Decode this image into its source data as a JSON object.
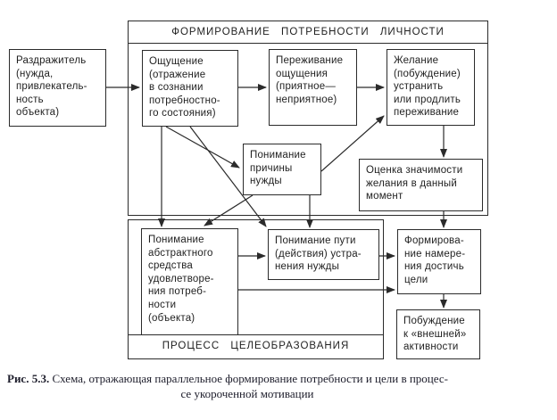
{
  "figure": {
    "containers": {
      "top": {
        "title": "ФОРМИРОВАНИЕ ПОТРЕБНОСТИ ЛИЧНОСТИ"
      },
      "bottom": {
        "title": "ПРОЦЕСС ЦЕЛЕОБРАЗОВАНИЯ"
      }
    },
    "nodes": [
      {
        "id": "stimulus",
        "label": "Раздражитель\n(нужда,\nпривлекатель-\nность\nобъекта)"
      },
      {
        "id": "sensation",
        "label": "Ощущение\n(отражение\nв сознании\nпотребностно-\nго состояния)"
      },
      {
        "id": "experience",
        "label": "Переживание\nощущения\n(приятное—\nнеприятное)"
      },
      {
        "id": "desire",
        "label": "Желание\n(побуждение)\nустранить\nили продлить\nпереживание"
      },
      {
        "id": "cause-understanding",
        "label": "Понимание\nпричины\nнужды"
      },
      {
        "id": "evaluation",
        "label": "Оценка значимости\nжелания в данный\nмомент"
      },
      {
        "id": "abstract-means",
        "label": "Понимание\nабстрактного\nсредства\nудовлетворе-\nния потреб-\nности\n(объекта)"
      },
      {
        "id": "way-understanding",
        "label": "Понимание пути\n(действия) устра-\nнения нужды"
      },
      {
        "id": "intention",
        "label": "Формирова-\nние намере-\nния достичь\nцели"
      },
      {
        "id": "external-activity",
        "label": "Побуждение\nк «внешней»\nактивности"
      }
    ],
    "edges": [
      {
        "from": "stimulus",
        "to": "sensation"
      },
      {
        "from": "sensation",
        "to": "experience"
      },
      {
        "from": "experience",
        "to": "desire"
      },
      {
        "from": "desire",
        "to": "evaluation"
      },
      {
        "from": "evaluation",
        "to": "intention"
      },
      {
        "from": "intention",
        "to": "external-activity"
      },
      {
        "from": "sensation",
        "to": "abstract-means"
      },
      {
        "from": "sensation",
        "to": "cause-understanding"
      },
      {
        "from": "sensation",
        "to": "way-understanding"
      },
      {
        "from": "cause-understanding",
        "to": "abstract-means"
      },
      {
        "from": "cause-understanding",
        "to": "way-understanding"
      },
      {
        "from": "cause-understanding",
        "to": "desire"
      },
      {
        "from": "abstract-means",
        "to": "way-understanding"
      },
      {
        "from": "way-understanding",
        "to": "intention"
      },
      {
        "from": "abstract-means",
        "to": "intention"
      }
    ]
  },
  "caption": {
    "label": "Рис. 5.3.",
    "line1": " Схема, отражающая параллельное формирование потребности и цели в процес-",
    "line2": "се укороченной мотивации"
  },
  "colors": {
    "line": "#2b2b2b",
    "text": "#1f1f1f",
    "caption_text": "#1d1d2b",
    "background": "#ffffff"
  }
}
